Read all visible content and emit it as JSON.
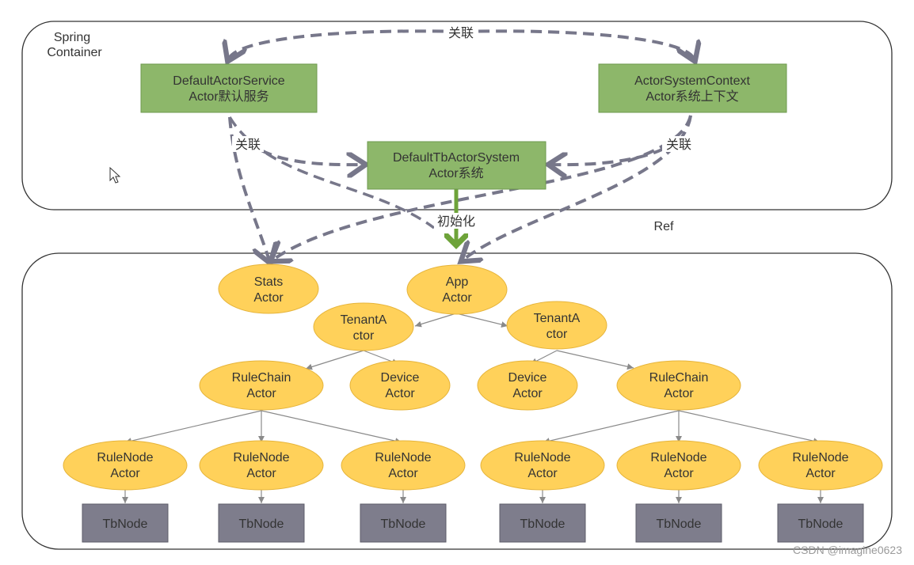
{
  "containers": {
    "spring": {
      "label_line1": "Spring",
      "label_line2": "Container"
    },
    "ref": {
      "label": "Ref"
    }
  },
  "spring_boxes": {
    "default_actor_service": {
      "line1": "DefaultActorService",
      "line2": "Actor默认服务"
    },
    "actor_system_context": {
      "line1": "ActorSystemContext",
      "line2": "Actor系统上下文"
    },
    "default_tb_actor_system": {
      "line1": "DefaultTbActorSystem",
      "line2": "Actor系统"
    }
  },
  "edge_labels": {
    "top_link": "关联",
    "left_link": "关联",
    "right_link": "关联",
    "init": "初始化"
  },
  "actors": {
    "stats": {
      "line1": "Stats",
      "line2": "Actor"
    },
    "app": {
      "line1": "App",
      "line2": "Actor"
    },
    "tenant_left": {
      "line1": "TenantA",
      "line2": "ctor"
    },
    "tenant_right": {
      "line1": "TenantA",
      "line2": "ctor"
    },
    "rulechain_left": {
      "line1": "RuleChain",
      "line2": "Actor"
    },
    "device_left": {
      "line1": "Device",
      "line2": "Actor"
    },
    "device_right": {
      "line1": "Device",
      "line2": "Actor"
    },
    "rulechain_right": {
      "line1": "RuleChain",
      "line2": "Actor"
    },
    "rulenode_1": {
      "line1": "RuleNode",
      "line2": "Actor"
    },
    "rulenode_2": {
      "line1": "RuleNode",
      "line2": "Actor"
    },
    "rulenode_3": {
      "line1": "RuleNode",
      "line2": "Actor"
    },
    "rulenode_4": {
      "line1": "RuleNode",
      "line2": "Actor"
    },
    "rulenode_5": {
      "line1": "RuleNode",
      "line2": "Actor"
    },
    "rulenode_6": {
      "line1": "RuleNode",
      "line2": "Actor"
    }
  },
  "tbnodes": {
    "tb_1": "TbNode",
    "tb_2": "TbNode",
    "tb_3": "TbNode",
    "tb_4": "TbNode",
    "tb_5": "TbNode",
    "tb_6": "TbNode"
  },
  "watermark": "CSDN @imagine0623",
  "colors": {
    "box_green": "#8db76a",
    "box_green_border": "#6e9a4f",
    "actor_yellow": "#ffd15a",
    "actor_border": "#e6b43a",
    "tbnode_gray": "#7e7d8c",
    "dashed_arrow": "#77778a",
    "init_arrow": "#6ea33a"
  }
}
